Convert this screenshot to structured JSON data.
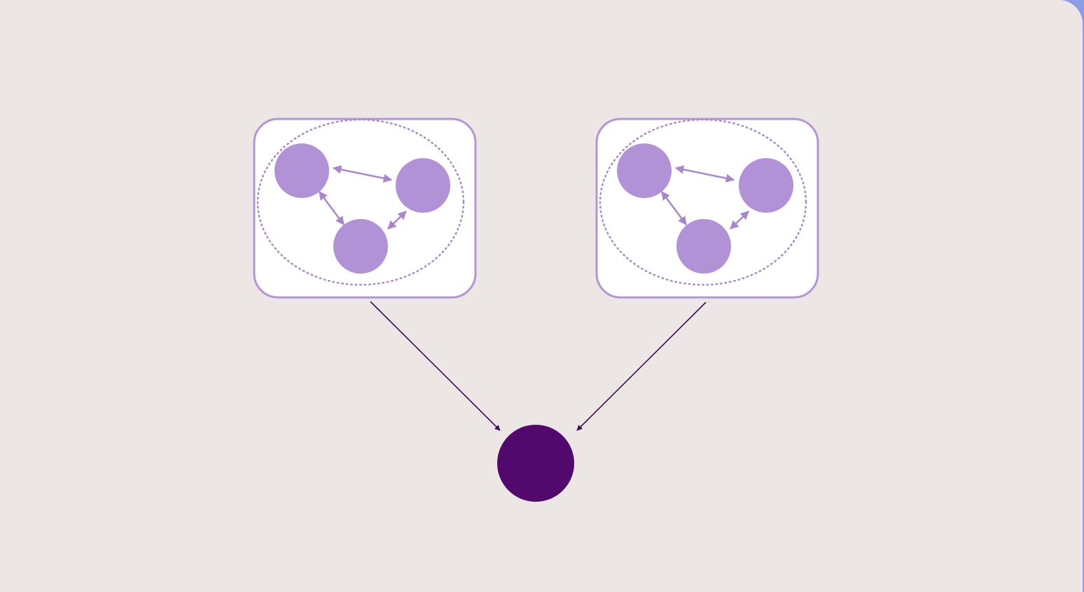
{
  "colors": {
    "background": "#ece6e4",
    "frame": "#8e9be6",
    "box_fill": "#ffffff",
    "box_border": "#b495d6",
    "member_node": "#b292d6",
    "member_link": "#a887cc",
    "aggregate_node": "#52096e",
    "aggregate_arrow": "#3f0d55"
  },
  "diagram": {
    "clusters": [
      {
        "members": [
          "a",
          "b",
          "c"
        ],
        "links": [
          [
            "a",
            "b"
          ],
          [
            "a",
            "c"
          ],
          [
            "c",
            "b"
          ]
        ]
      },
      {
        "members": [
          "a",
          "b",
          "c"
        ],
        "links": [
          [
            "a",
            "b"
          ],
          [
            "a",
            "c"
          ],
          [
            "c",
            "b"
          ]
        ]
      }
    ],
    "aggregate_links": [
      {
        "from": "cluster-0",
        "to": "aggregate"
      },
      {
        "from": "cluster-1",
        "to": "aggregate"
      }
    ]
  }
}
